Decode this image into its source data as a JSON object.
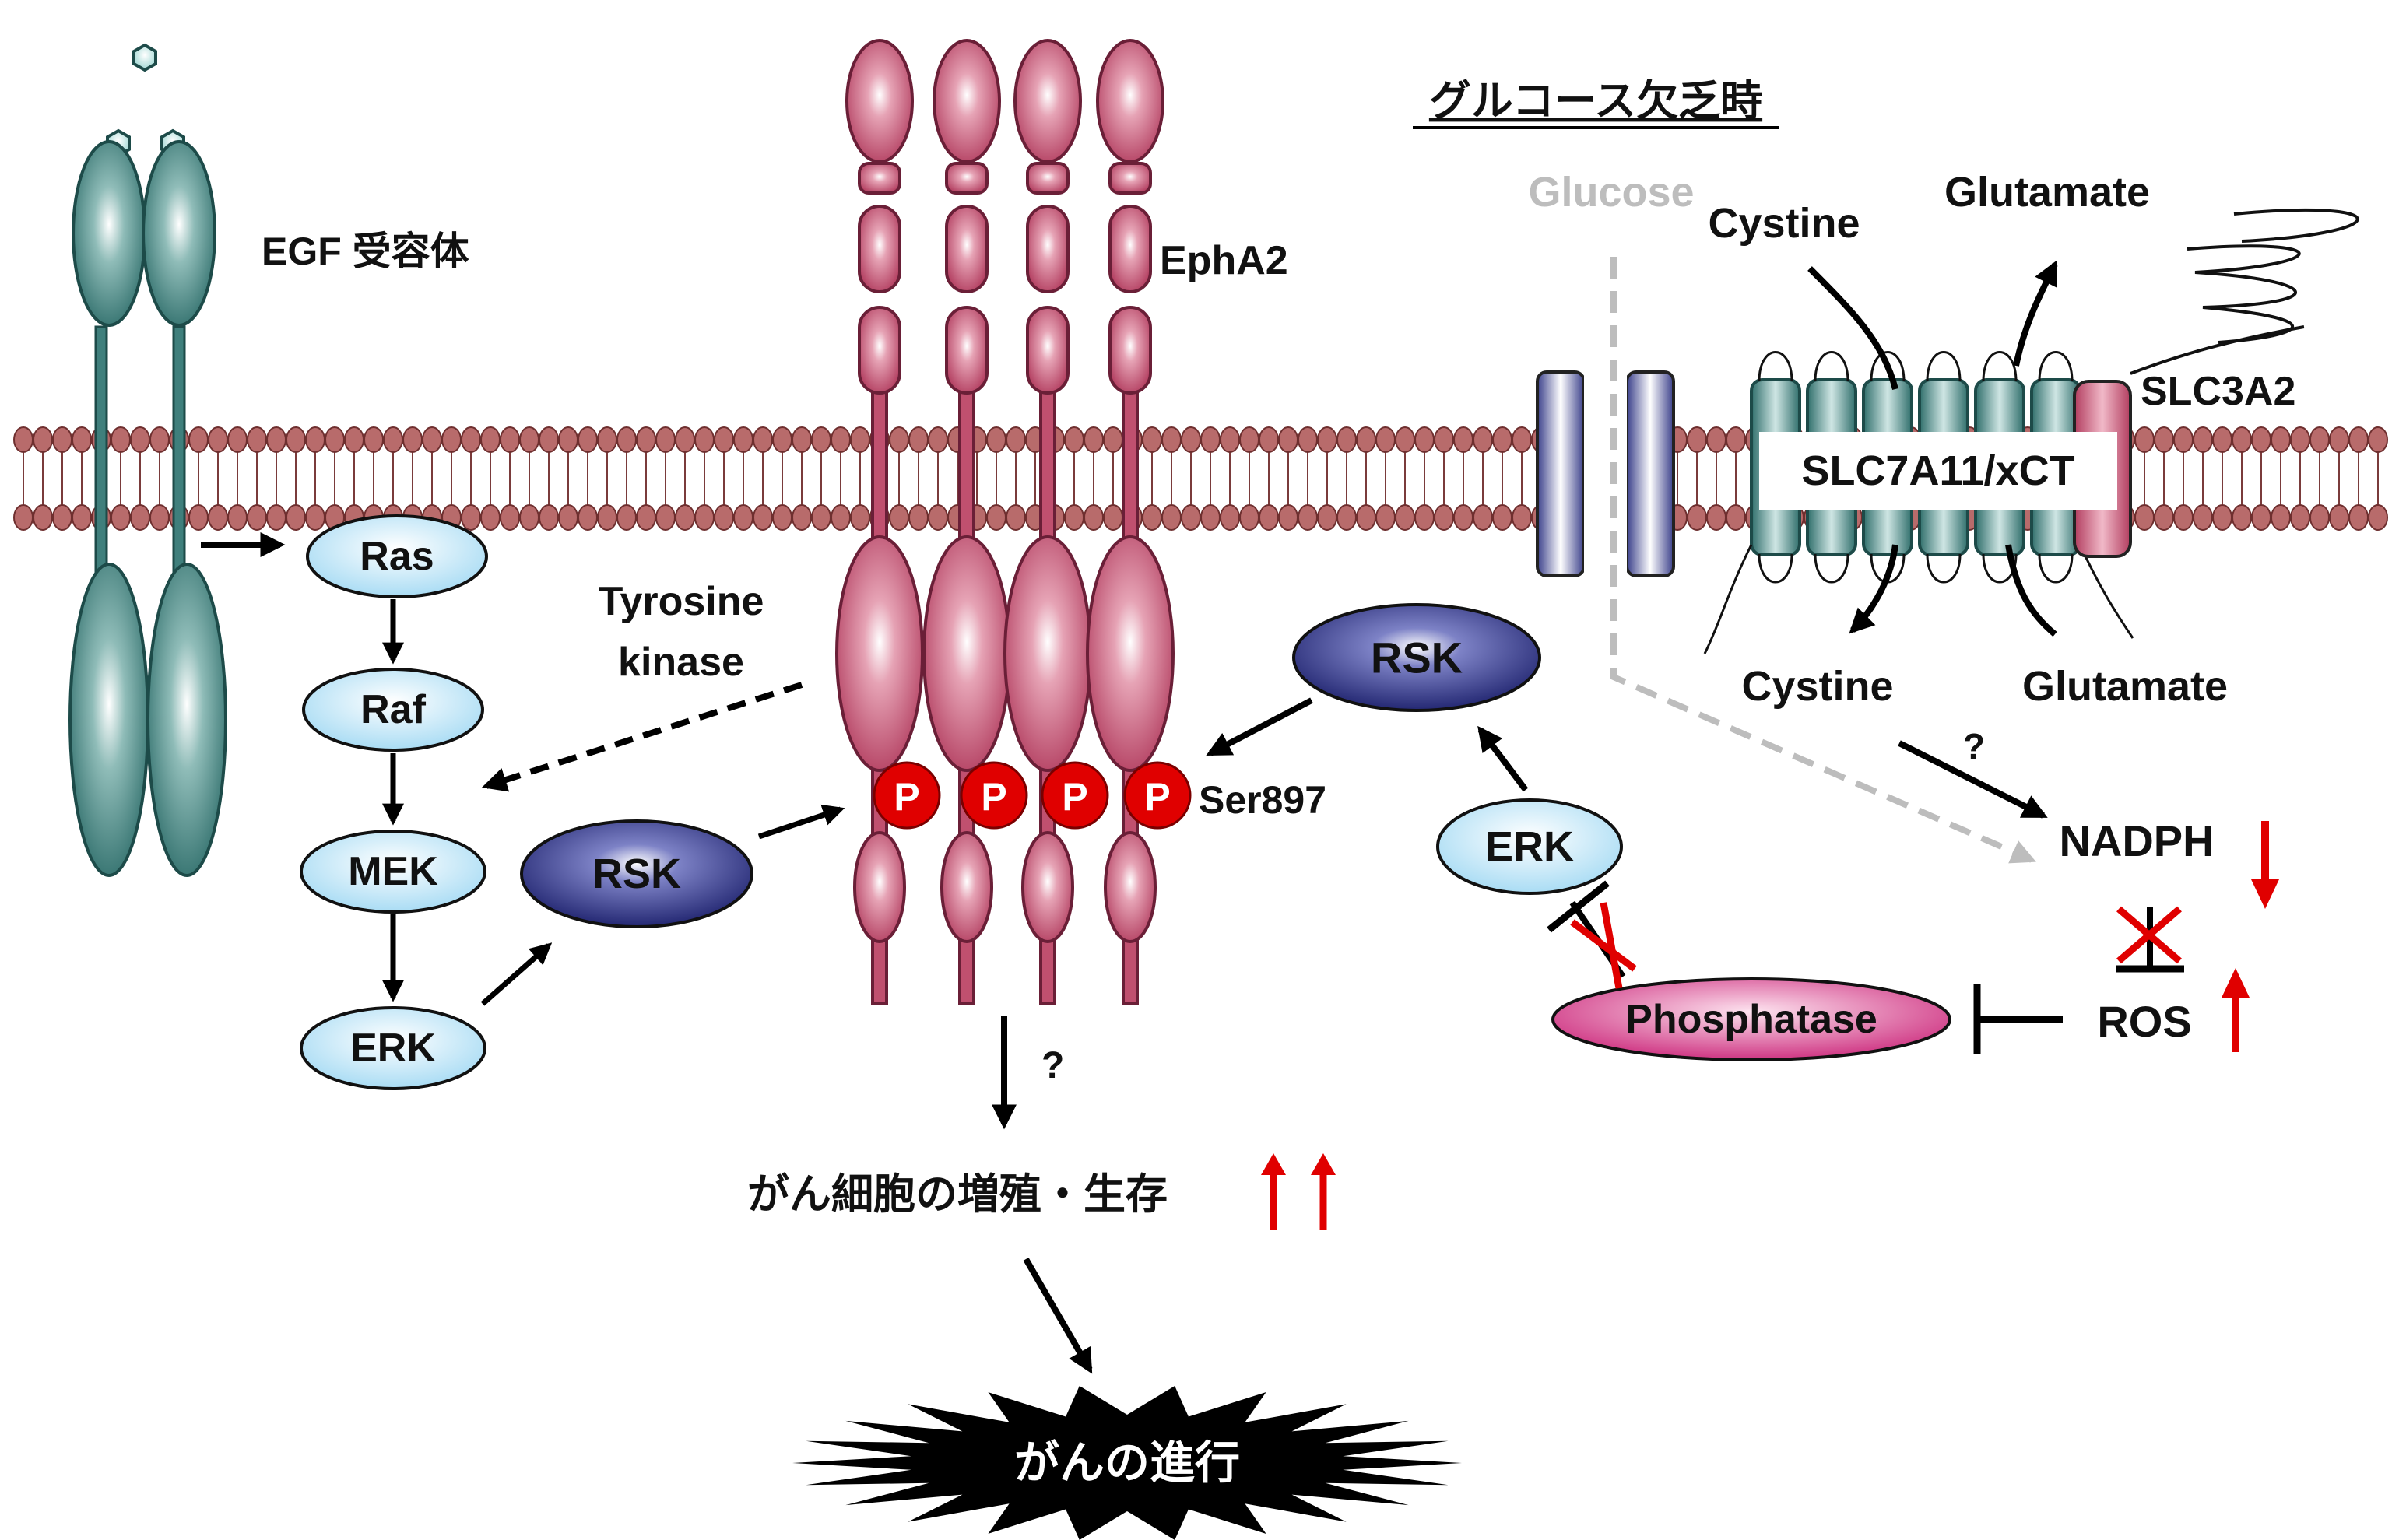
{
  "title": "グルコース欠乏時",
  "receptors": {
    "egf": "EGF 受容体",
    "epha2": "EphA2",
    "slc7a11": "SLC7A11/xCT",
    "slc3a2": "SLC3A2"
  },
  "left_pathway": {
    "ras": "Ras",
    "raf": "Raf",
    "mek": "MEK",
    "erk": "ERK",
    "rsk": "RSK",
    "tyrosine_kinase": [
      "Tyrosine",
      "kinase"
    ]
  },
  "epha2_site": {
    "phospho_label": "P",
    "ser": "Ser897"
  },
  "right_pathway": {
    "glucose": "Glucose",
    "cystine_out": "Cystine",
    "glutamate_out": "Glutamate",
    "cystine_in": "Cystine",
    "glutamate_in": "Glutamate",
    "rsk": "RSK",
    "erk": "ERK",
    "phosphatase": "Phosphatase",
    "nadph": "NADPH",
    "ros": "ROS",
    "question": "?"
  },
  "outcomes": {
    "question": "?",
    "survival": "がん細胞の増殖・生存",
    "progression": "がんの進行"
  },
  "colors": {
    "egf_teal": "#3f7f7c",
    "epha2_pink": "#c0506f",
    "membrane": "#b86b6b",
    "light_blue": "#c8ecfb",
    "navy": "#2b2f86",
    "magenta": "#d43f8b",
    "red_p": "#e00000",
    "arrow_red": "#e00000",
    "glucose_gray": "#bdbdbd"
  }
}
